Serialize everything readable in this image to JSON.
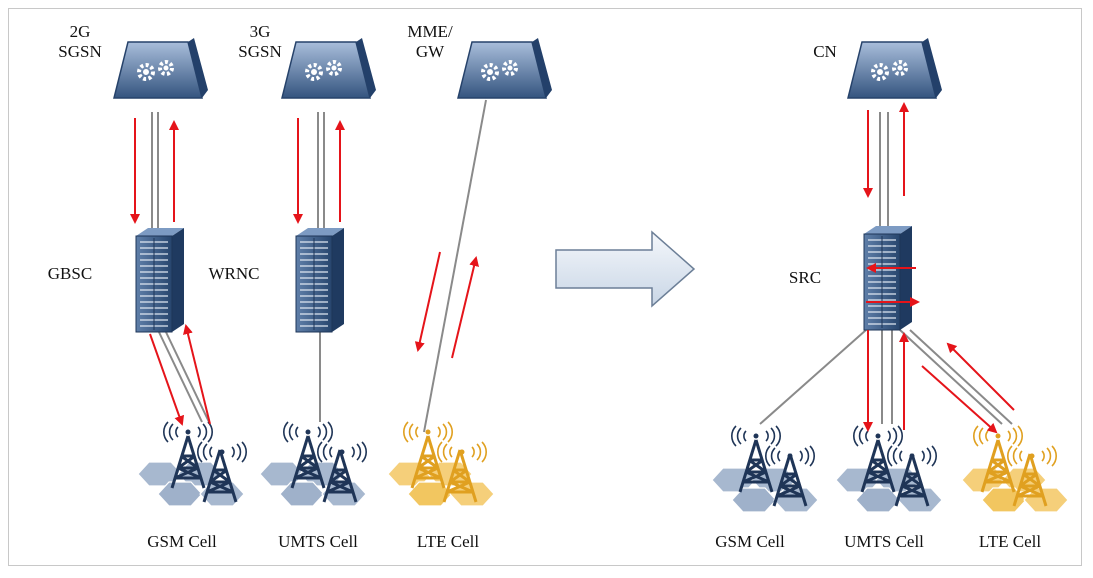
{
  "left": {
    "core_nodes": [
      {
        "line1": "2G",
        "line2": "SGSN"
      },
      {
        "line1": "3G",
        "line2": "SGSN"
      },
      {
        "line1": "MME/",
        "line2": "GW"
      }
    ],
    "controllers": [
      "GBSC",
      "WRNC"
    ],
    "cells": [
      "GSM Cell",
      "UMTS Cell",
      "LTE  Cell"
    ]
  },
  "right": {
    "core_node": "CN",
    "controller": "SRC",
    "cells": [
      "GSM Cell",
      "UMTS Cell",
      "LTE  Cell"
    ]
  },
  "colors": {
    "core": "#3a5c8a",
    "core_light": "#7f9cc4",
    "controller": "#2d4e7a",
    "tower_blue": "#1f3557",
    "tower_orange": "#e0a020",
    "hex_blue": "#a7b8cf",
    "hex_orange": "#f5cf7a",
    "arrow_red": "#e5141a",
    "link_gray": "#8a8a8a"
  },
  "icons": {
    "core": "gear-cloud-icon",
    "controller": "server-rack-icon",
    "cell": "radio-tower-icon",
    "transition": "big-right-arrow-icon"
  }
}
